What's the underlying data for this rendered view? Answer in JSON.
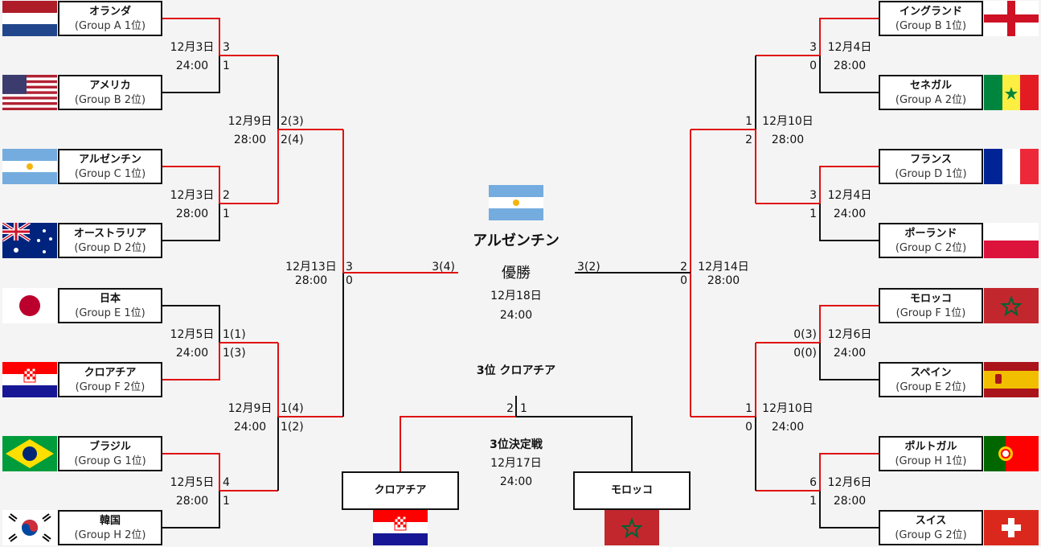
{
  "teams": {
    "ned": {
      "name": "オランダ",
      "group": "(Group A 1位)"
    },
    "usa": {
      "name": "アメリカ",
      "group": "(Group B 2位)"
    },
    "arg": {
      "name": "アルゼンチン",
      "group": "(Group C 1位)"
    },
    "aus": {
      "name": "オーストラリア",
      "group": "(Group D 2位)"
    },
    "jpn": {
      "name": "日本",
      "group": "(Group E 1位)"
    },
    "cro": {
      "name": "クロアチア",
      "group": "(Group F 2位)"
    },
    "bra": {
      "name": "ブラジル",
      "group": "(Group G 1位)"
    },
    "kor": {
      "name": "韓国",
      "group": "(Group H 2位)"
    },
    "eng": {
      "name": "イングランド",
      "group": "(Group B 1位)"
    },
    "sen": {
      "name": "セネガル",
      "group": "(Group A 2位)"
    },
    "fra": {
      "name": "フランス",
      "group": "(Group D 1位)"
    },
    "pol": {
      "name": "ポーランド",
      "group": "(Group C 2位)"
    },
    "mar": {
      "name": "モロッコ",
      "group": "(Group F 1位)"
    },
    "esp": {
      "name": "スペイン",
      "group": "(Group E 2位)"
    },
    "por": {
      "name": "ポルトガル",
      "group": "(Group H 1位)"
    },
    "sui": {
      "name": "スイス",
      "group": "(Group G 2位)"
    }
  },
  "matches": {
    "r16_1": {
      "date": "12月3日",
      "time": "24:00",
      "score_a": "3",
      "score_b": "1"
    },
    "r16_2": {
      "date": "12月3日",
      "time": "28:00",
      "score_a": "2",
      "score_b": "1"
    },
    "r16_3": {
      "date": "12月5日",
      "time": "24:00",
      "score_a": "1(1)",
      "score_b": "1(3)"
    },
    "r16_4": {
      "date": "12月5日",
      "time": "28:00",
      "score_a": "4",
      "score_b": "1"
    },
    "r16_5": {
      "date": "12月4日",
      "time": "28:00",
      "score_a": "3",
      "score_b": "0"
    },
    "r16_6": {
      "date": "12月4日",
      "time": "24:00",
      "score_a": "3",
      "score_b": "1"
    },
    "r16_7": {
      "date": "12月6日",
      "time": "24:00",
      "score_a": "0(3)",
      "score_b": "0(0)"
    },
    "r16_8": {
      "date": "12月6日",
      "time": "28:00",
      "score_a": "6",
      "score_b": "1"
    },
    "qf_1": {
      "date": "12月9日",
      "time": "28:00",
      "score_a": "2(3)",
      "score_b": "2(4)"
    },
    "qf_2": {
      "date": "12月9日",
      "time": "24:00",
      "score_a": "1(4)",
      "score_b": "1(2)"
    },
    "qf_3": {
      "date": "12月10日",
      "time": "28:00",
      "score_a": "1",
      "score_b": "2"
    },
    "qf_4": {
      "date": "12月10日",
      "time": "24:00",
      "score_a": "1",
      "score_b": "0"
    },
    "sf_1": {
      "date": "12月13日",
      "time": "28:00",
      "score_a": "3",
      "score_b": "0"
    },
    "sf_2": {
      "date": "12月14日",
      "time": "28:00",
      "score_a": "2",
      "score_b": "0"
    }
  },
  "final": {
    "score_left": "3(4)",
    "score_right": "3(2)",
    "champion": "アルゼンチン",
    "title": "優勝",
    "date": "12月18日",
    "time": "24:00"
  },
  "third": {
    "result": "3位 クロアチア",
    "score_left": "2",
    "score_right": "1",
    "title": "3位決定戦",
    "date": "12月17日",
    "time": "24:00",
    "team_left": "クロアチア",
    "team_right": "モロッコ"
  },
  "colors": {
    "winner_line": "#e01010",
    "loser_line": "#111111",
    "background": "#f4f4f4"
  }
}
